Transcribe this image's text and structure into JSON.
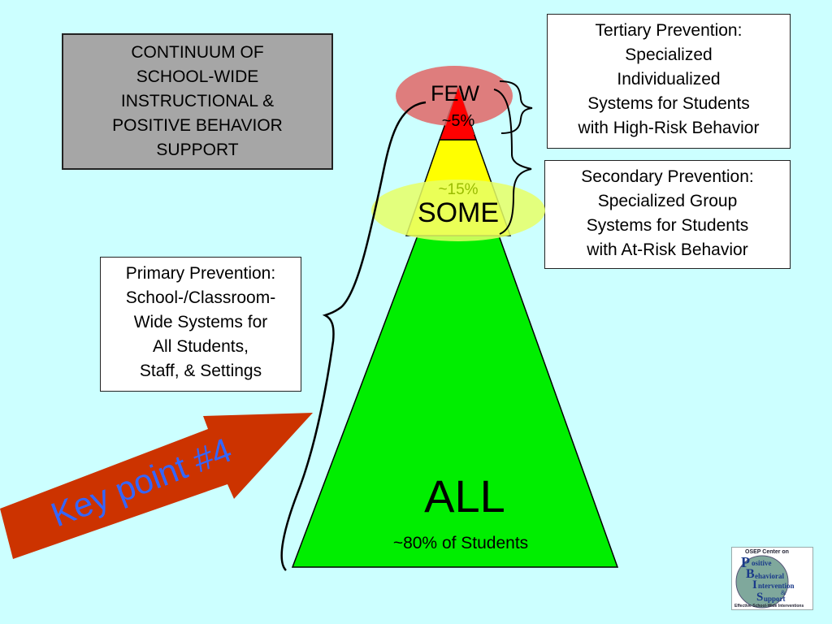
{
  "title_box": {
    "lines": [
      "CONTINUUM OF",
      "SCHOOL-WIDE",
      "INSTRUCTIONAL &",
      "POSITIVE BEHAVIOR",
      "SUPPORT"
    ]
  },
  "tertiary": {
    "lines": [
      "Tertiary Prevention:",
      "Specialized",
      "Individualized",
      "Systems for Students",
      "with High-Risk Behavior"
    ]
  },
  "secondary": {
    "lines": [
      "Secondary Prevention:",
      "Specialized Group",
      "Systems for Students",
      "with At-Risk Behavior"
    ]
  },
  "primary": {
    "lines": [
      "Primary Prevention:",
      "School-/Classroom-",
      "Wide Systems for",
      "All Students,",
      "Staff, & Settings"
    ]
  },
  "pyramid": {
    "few_label": "FEW",
    "few_pct": "~5%",
    "some_pct": "~15%",
    "some_label": "SOME",
    "all_label": "ALL",
    "all_pct": "~80% of Students",
    "colors": {
      "red": "#ff0000",
      "yellow": "#ffff00",
      "green": "#00ee00",
      "few_highlight": "#e06666",
      "some_highlight": "#e6ff66"
    }
  },
  "arrow": {
    "text": "Key point #4",
    "color": "#cc3300",
    "text_color": "#3366ff"
  },
  "logo": {
    "header": "OSEP Center on",
    "letters": [
      "P",
      "B",
      "I",
      "S"
    ],
    "words": [
      "ositive",
      "ehavioral",
      "ntervention",
      "&",
      "upport"
    ],
    "footer": "Effective School-Wide Interventions"
  }
}
